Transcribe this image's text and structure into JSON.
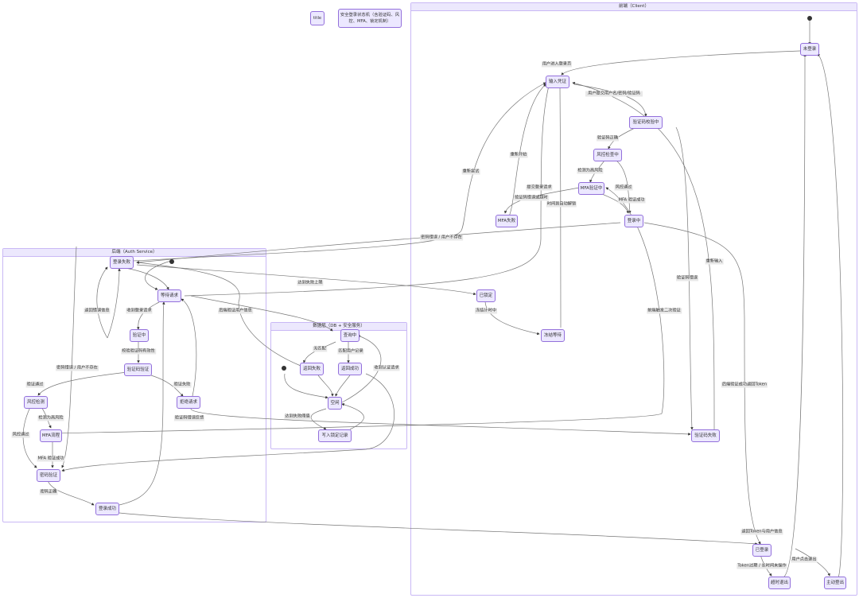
{
  "diagram": {
    "type": "state-diagram",
    "title_node": "title",
    "title": "安全登录状态机（含验证码、风控、MFA、锁定机制）",
    "clusters": {
      "client": "前端（Client）",
      "backend": "后端（Auth Service）",
      "data": "数据层（DB + 安全服务）"
    },
    "states": {
      "not_logged_in": "未登录",
      "input_credentials": "输入凭证",
      "captcha_checking": "验证码校验中",
      "risk_checking": "风控检查中",
      "mfa_verifying": "MFA验证中",
      "mfa_failed": "MFA失败",
      "logging_in": "登录中",
      "locked": "已锁定",
      "freeze_wait": "冻结等待",
      "captcha_failed": "验证码失败",
      "logged_in": "已登录",
      "timeout_logout": "超时退出",
      "active_logout": "主动登出",
      "login_failed": "登录失败",
      "waiting_request": "等待请求",
      "verifying": "验证中",
      "captcha_verify": "验证码验证",
      "reject_request": "拒绝请求",
      "risk_detect": "风控检测",
      "mfa_flow": "MFA流程",
      "password_verify": "密码验证",
      "login_success": "登录成功",
      "querying": "查询中",
      "return_failed": "返回失败",
      "return_success": "返回成功",
      "idle": "空闲",
      "write_lock": "写入锁定记录"
    },
    "edge_labels": {
      "enter_login_page": "用户进入登录页",
      "submit_credentials": "用户提交用户名/密码/验证码",
      "captcha_correct": "验证码正确",
      "high_risk": "检测为高风险",
      "risk_pass": "风控通过",
      "mfa_success": "MFA 验证成功",
      "mfa_error_timeout": "验证码错误或超时",
      "restart": "重新开始",
      "retry": "重新尝试",
      "submit_login_request": "提交登录请求",
      "auto_unlock": "时间到自动解锁",
      "pwd_error_user_missing": "密码错误 / 用户不存在",
      "fail_limit": "达到失败上限",
      "freeze_timer": "冻结计时中",
      "reinput": "重新输入",
      "captcha_error": "验证码错误",
      "frontend_second_verify": "前端触发二次验证",
      "backend_token": "后端验证成功返回Token",
      "return_token_user": "返回Token与用户信息",
      "user_logout": "用户点击退出",
      "token_expired": "Token过期 / 长时间未操作",
      "return_error": "返回错误信息",
      "receive_login_request": "收到登录请求",
      "backend_verify_user": "后端验证用户信息",
      "validate_captcha": "校验验证码有效性",
      "pwd_error_user_missing_2": "密码错误 / 用户不存在",
      "verify_pass": "验证通过",
      "verify_fail": "验证失败",
      "captcha_error_feedback": "验证码错误反馈",
      "high_risk_2": "检测为高风险",
      "risk_pass_2": "风控通过",
      "mfa_success_2": "MFA 验证成功",
      "password_correct": "密码正确",
      "no_match": "无匹配",
      "match_user": "匹配用户记录",
      "receive_auth": "收到认证请求",
      "fail_threshold": "达到失败阈值"
    }
  }
}
